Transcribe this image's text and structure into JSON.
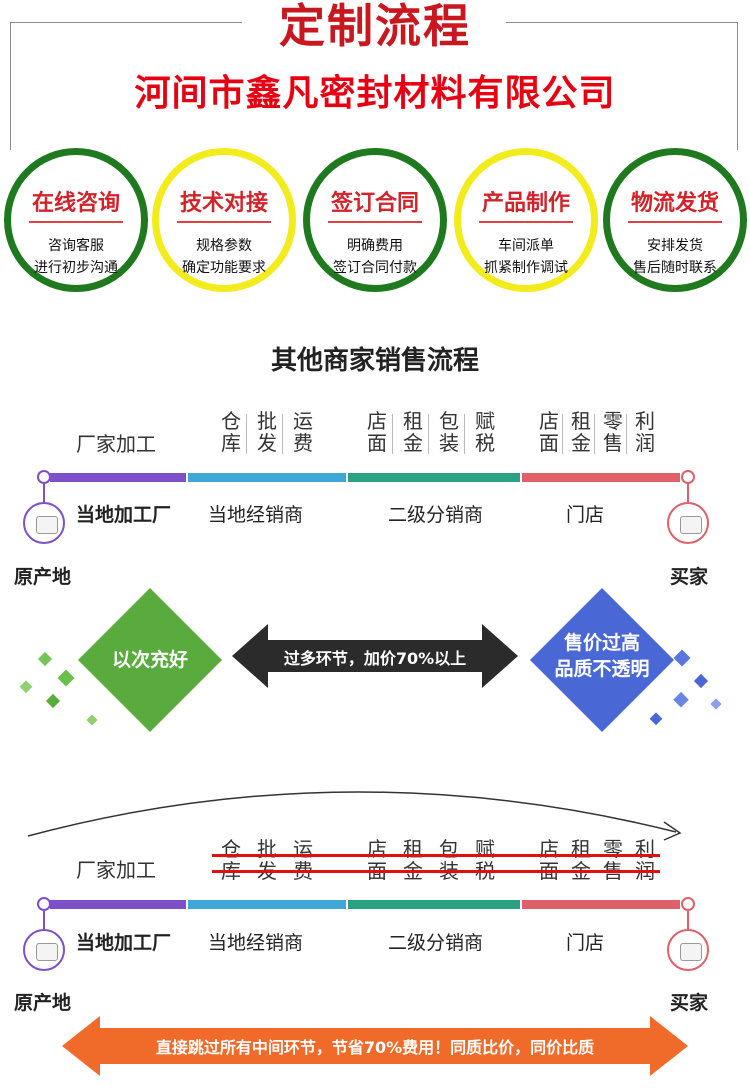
{
  "header": {
    "title": "定制流程",
    "company": "河间市鑫凡密封材料有限公司"
  },
  "steps": [
    {
      "title": "在线咨询",
      "desc": [
        "咨询客服",
        "进行初步沟通"
      ],
      "ring": "green"
    },
    {
      "title": "技术对接",
      "desc": [
        "规格参数",
        "确定功能要求"
      ],
      "ring": "yellow"
    },
    {
      "title": "签订合同",
      "desc": [
        "明确费用",
        "签订合同付款"
      ],
      "ring": "green"
    },
    {
      "title": "产品制作",
      "desc": [
        "车间派单",
        "抓紧制作调试"
      ],
      "ring": "yellow"
    },
    {
      "title": "物流发货",
      "desc": [
        "安排发货",
        "售后随时联系"
      ],
      "ring": "green"
    }
  ],
  "colors": {
    "title_red": "#c8171e",
    "ring_green": "#1f7a1f",
    "ring_yellow": "#f2ec1c",
    "seg_purple": "#7d4fc9",
    "seg_blue": "#3fa7d6",
    "seg_teal": "#2aa183",
    "seg_red": "#e0606a",
    "diamond_green": "#5aab3d",
    "diamond_blue": "#4a67d6",
    "arrow_dark": "#2b2b2b",
    "arrow_orange": "#f06a2a"
  },
  "other_flow": {
    "title": "其他商家销售流程",
    "factory_cost": "厂家加工",
    "cost_groups": [
      [
        "仓库",
        "批发",
        "运费"
      ],
      [
        "店面",
        "租金",
        "包装",
        "赋税"
      ],
      [
        "店面",
        "租金",
        "零售",
        "利润"
      ]
    ],
    "segments": [
      "当地加工厂",
      "当地经销商",
      "二级分销商",
      "门店"
    ],
    "origin": "原产地",
    "buyer": "买家",
    "left_diamond": "以次充好",
    "middle_arrow": "过多环节，加价70%以上",
    "right_diamond": [
      "售价过高",
      "品质不透明"
    ]
  },
  "direct_flow": {
    "factory_cost": "厂家加工",
    "segments": [
      "当地加工厂",
      "当地经销商",
      "二级分销商",
      "门店"
    ],
    "origin": "原产地",
    "buyer": "买家",
    "banner": "直接跳过所有中间环节，节省70%费用！同质比价，同价比质"
  }
}
